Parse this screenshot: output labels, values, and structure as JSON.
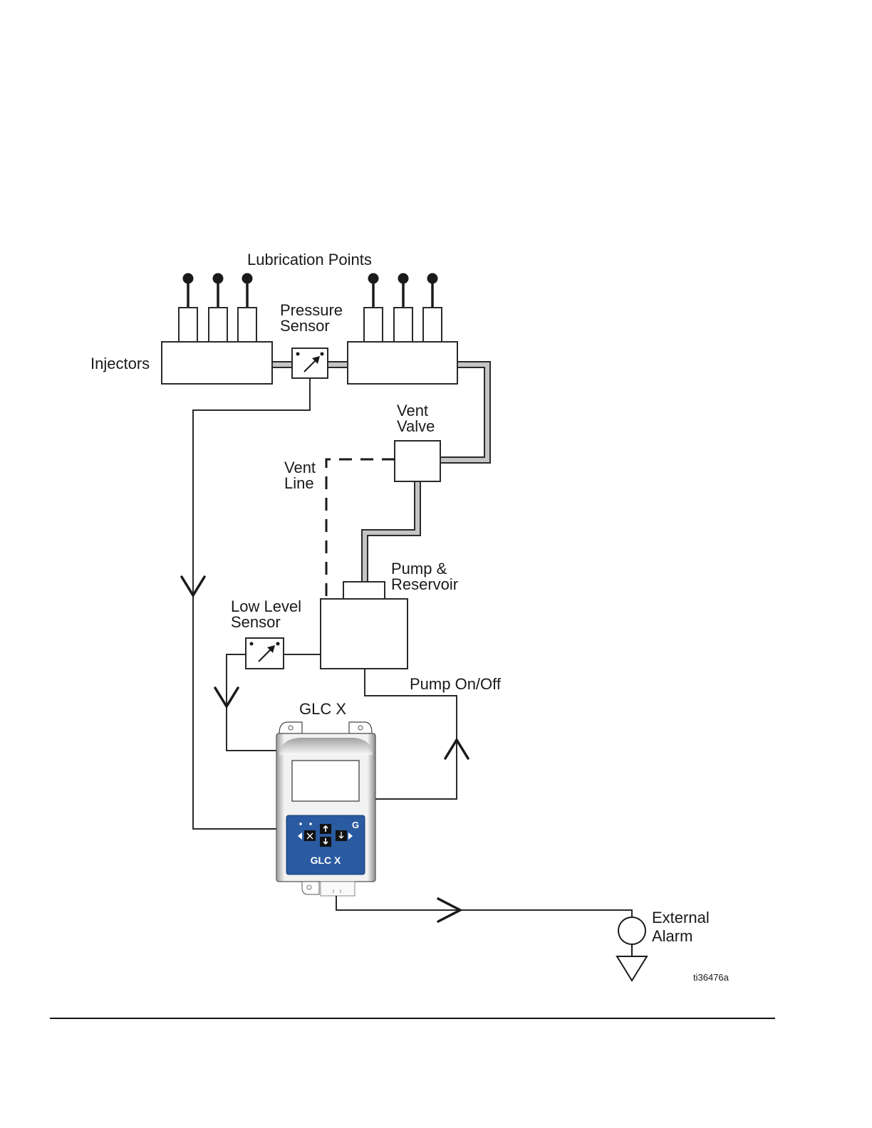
{
  "diagram": {
    "labels": {
      "lubrication_points": "Lubrication Points",
      "injectors": "Injectors",
      "pressure_sensor_1": "Pressure",
      "pressure_sensor_2": "Sensor",
      "vent_valve_1": "Vent",
      "vent_valve_2": "Valve",
      "vent_line_1": "Vent",
      "vent_line_2": "Line",
      "pump_reservoir_1": "Pump &",
      "pump_reservoir_2": "Reservoir",
      "low_level_sensor_1": "Low Level",
      "low_level_sensor_2": "Sensor",
      "pump_on_off": "Pump On/Off",
      "glc_x": "GLC X",
      "external_alarm_1": "External",
      "external_alarm_2": "Alarm",
      "figure_id": "ti36476a"
    },
    "controller": {
      "brand_text": "GLC X",
      "logo_glyph": "G",
      "accent_color": "#2a5aa0"
    },
    "icons": {
      "lubrication_point": "filled-circle-on-stem",
      "sensor": "gauge-arrow-icon",
      "signal_direction": "chevron-arrow-icon",
      "alarm": "circle-icon",
      "ground": "triangle-down-icon"
    }
  }
}
